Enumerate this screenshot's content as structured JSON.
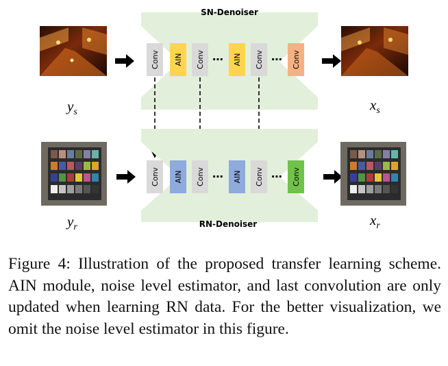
{
  "diagram": {
    "top": {
      "title": "SN-Denoiser",
      "input_label": "y_s",
      "output_label": "x_s",
      "input_image": "night street scene photo",
      "output_image": "denoised night street scene photo",
      "blocks": [
        {
          "label": "Conv",
          "color": "#d9d9d9"
        },
        {
          "label": "AIN",
          "color": "#ffd54f"
        },
        {
          "label": "Conv",
          "color": "#d9d9d9"
        },
        {
          "label": "AIN",
          "color": "#ffd54f"
        },
        {
          "label": "Conv",
          "color": "#d9d9d9"
        },
        {
          "label": "Conv",
          "color": "#f4b183"
        }
      ],
      "ellipsis": "⋯"
    },
    "bottom": {
      "title": "RN-Denoiser",
      "input_label": "y_r",
      "output_label": "x_r",
      "input_image": "color checker chart photo",
      "output_image": "denoised color checker chart photo",
      "blocks": [
        {
          "label": "Conv",
          "color": "#d9d9d9"
        },
        {
          "label": "AIN",
          "color": "#8faadc"
        },
        {
          "label": "Conv",
          "color": "#d9d9d9"
        },
        {
          "label": "AIN",
          "color": "#8faadc"
        },
        {
          "label": "Conv",
          "color": "#d9d9d9"
        },
        {
          "label": "Conv",
          "color": "#70c24a"
        }
      ],
      "ellipsis": "⋯"
    },
    "colors": {
      "denoiser_fill": "#e2efda",
      "arrow": "#000000"
    }
  },
  "caption": "Figure 4: Illustration of the proposed transfer learning scheme. AIN module, noise level estimator, and last convolution are only updated when learning RN data. For the better visualization, we omit the noise level estimator in this figure."
}
